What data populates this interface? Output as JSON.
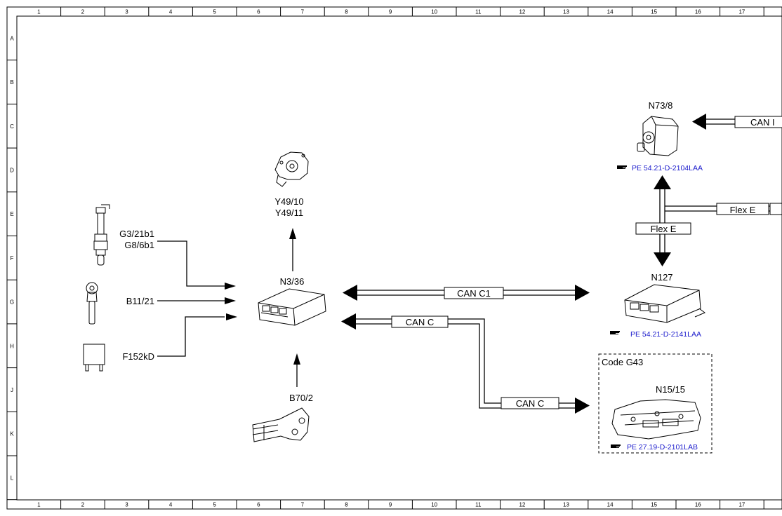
{
  "grid": {
    "columns": [
      "1",
      "2",
      "3",
      "4",
      "5",
      "6",
      "7",
      "8",
      "9",
      "10",
      "11",
      "12",
      "13",
      "14",
      "15",
      "16",
      "17"
    ],
    "rows": [
      "A",
      "B",
      "C",
      "D",
      "E",
      "F",
      "G",
      "H",
      "J",
      "K",
      "L"
    ]
  },
  "components": {
    "n3_36": "N3/36",
    "y49_10": "Y49/10",
    "y49_11": "Y49/11",
    "g3_21b1": "G3/21b1",
    "g8_6b1": "G8/6b1",
    "b11_21": "B11/21",
    "f152kd": "F152kD",
    "b70_2": "B70/2",
    "n73_8": "N73/8",
    "n127": "N127",
    "n15_15": "N15/15"
  },
  "buses": {
    "can_c1": "CAN C1",
    "can_c_upper": "CAN C",
    "can_c_lower": "CAN C",
    "flex_e_right": "Flex E",
    "flex_e_vertical": "Flex E",
    "can_top": "CAN I"
  },
  "references": {
    "n73_8_ref": "PE 54.21-D-2104LAA",
    "n127_ref": "PE 54.21-D-2141LAA",
    "n15_15_ref": "PE 27.19-D-2101LAB"
  },
  "code_box": "Code G43"
}
